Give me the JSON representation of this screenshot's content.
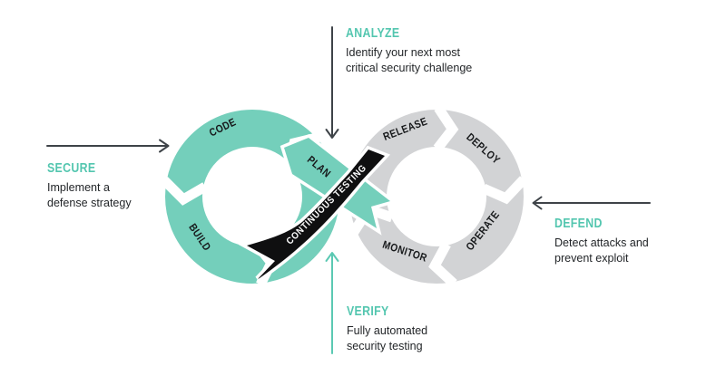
{
  "diagram": {
    "segments": {
      "plan": "PLAN",
      "code": "CODE",
      "build": "BUILD",
      "release": "RELEASE",
      "deploy": "DEPLOY",
      "operate": "OPERATE",
      "monitor": "MONITOR"
    },
    "ribbon": {
      "label": "CONTINUOUS TESTING"
    },
    "colors": {
      "teal_ring": "#74cfbb",
      "teal_text": "#53c6af",
      "gray_ring": "#d2d3d5",
      "ribbon_black": "#0f0f10",
      "arrow_dark": "#3e4348",
      "body_text": "#232629"
    }
  },
  "annotations": {
    "secure": {
      "title": "SECURE",
      "line1": "Implement a",
      "line2": "defense strategy"
    },
    "analyze": {
      "title": "ANALYZE",
      "line1": "Identify your next most",
      "line2": "critical security challenge"
    },
    "verify": {
      "title": "VERIFY",
      "line1": "Fully automated",
      "line2": "security testing"
    },
    "defend": {
      "title": "DEFEND",
      "line1": "Detect attacks and",
      "line2": "prevent exploit"
    }
  }
}
